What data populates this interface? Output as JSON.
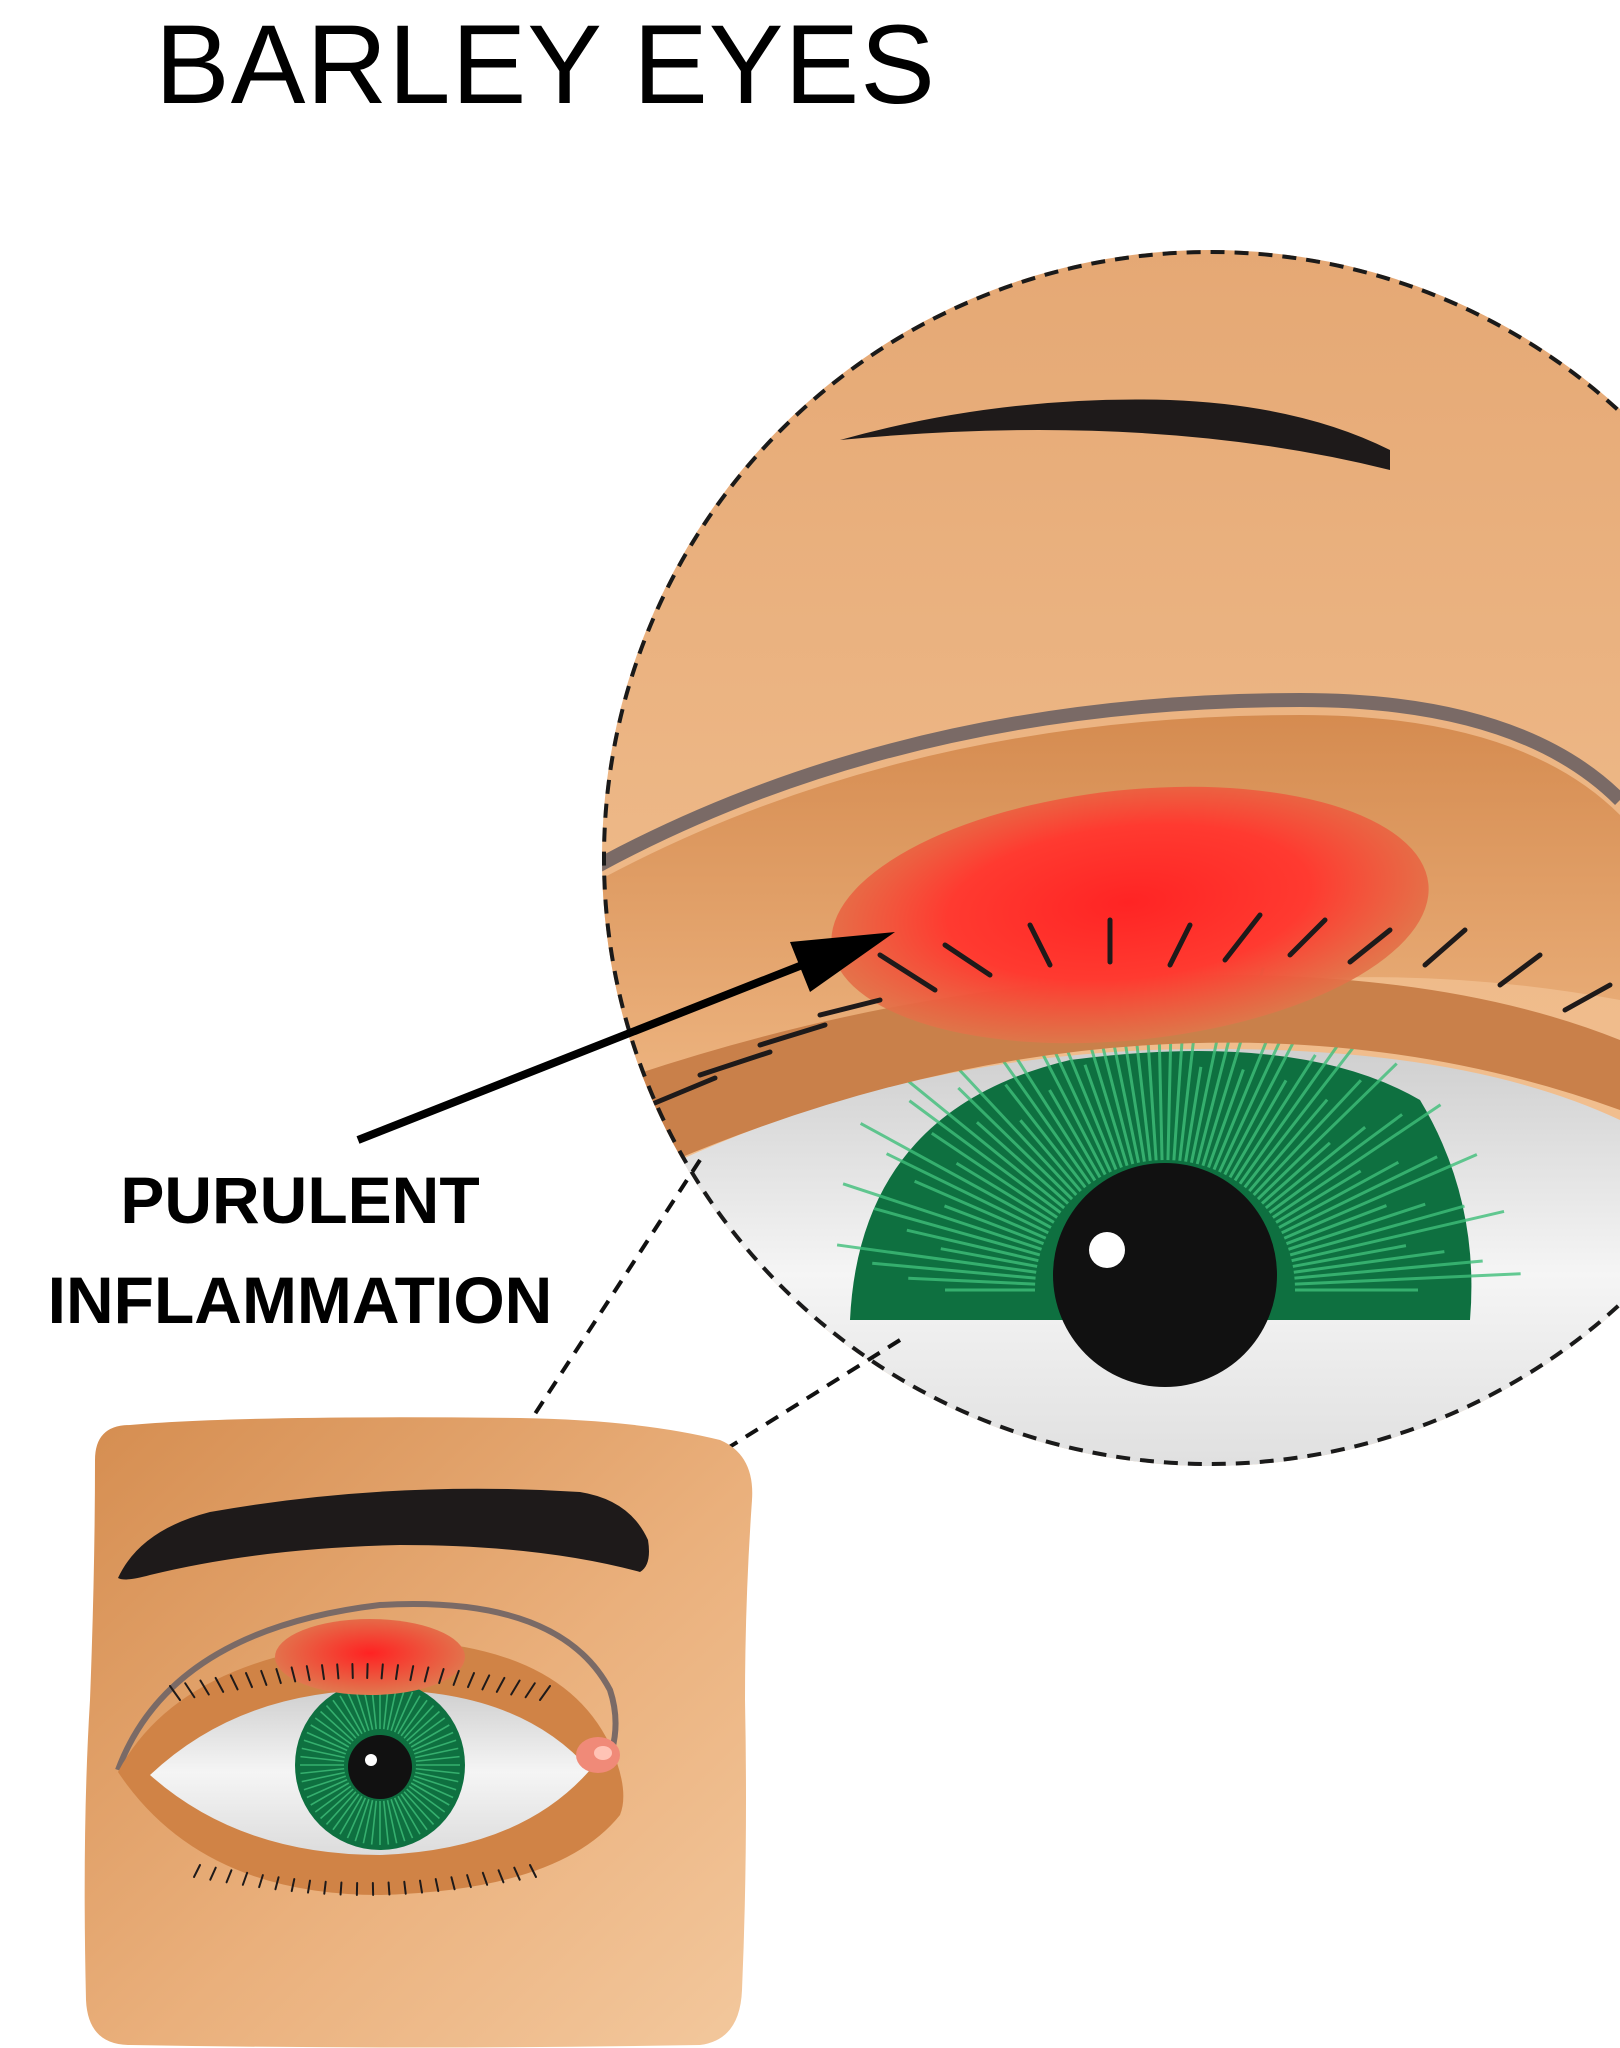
{
  "title": "BARLEY EYES",
  "label": {
    "line1": "PURULENT",
    "line2": "INFLAMMATION"
  },
  "colors": {
    "skin_light": "#f0c08e",
    "skin_dark": "#d4894b",
    "eyebrow": "#1e1a1a",
    "iris": "#0e7040",
    "iris_streak": "#3fbf7a",
    "pupil": "#111111",
    "inflammation": "#ff2a2a",
    "sclera": "#e8e8e8",
    "outline": "#7a6a66"
  }
}
